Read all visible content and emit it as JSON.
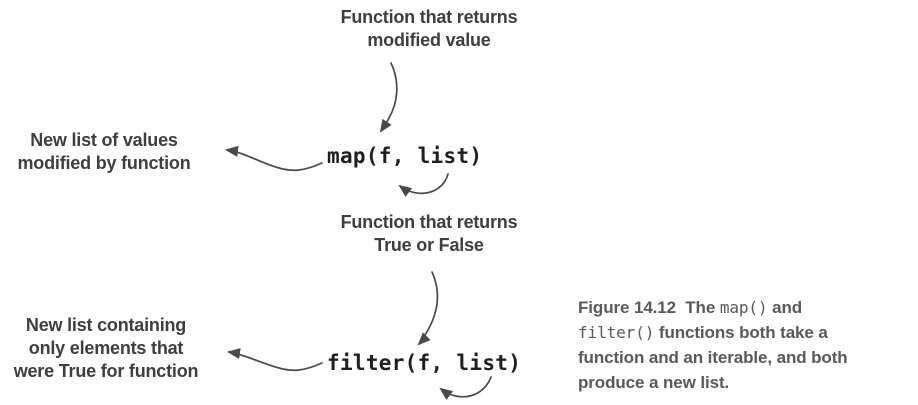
{
  "colors": {
    "background": "#ffffff",
    "text_dark": "#3e3e3e",
    "code_black": "#1e1e1e",
    "arrow_gray": "#4a4a4a",
    "caption_gray": "#59595b"
  },
  "diagram": {
    "map": {
      "code": "map(f, list)",
      "function_annotation": "Function that returns\nmodified value",
      "result_annotation": "New list of values\nmodified by function"
    },
    "filter": {
      "code": "filter(f, list)",
      "function_annotation": "Function that returns\nTrue or False",
      "result_annotation": "New list containing\nonly elements that\nwere True for function"
    }
  },
  "caption": {
    "lines": [
      [
        {
          "t": "Figure 14.12",
          "s": "bold"
        },
        {
          "t": "  The ",
          "s": "bold"
        },
        {
          "t": "map()",
          "s": "mono"
        },
        {
          "t": " and",
          "s": "bold"
        }
      ],
      [
        {
          "t": "filter()",
          "s": "mono"
        },
        {
          "t": " functions both take a",
          "s": "bold"
        }
      ],
      [
        {
          "t": "function and an iterable, and both",
          "s": "bold"
        }
      ],
      [
        {
          "t": "produce a new list.",
          "s": "bold"
        }
      ]
    ]
  }
}
